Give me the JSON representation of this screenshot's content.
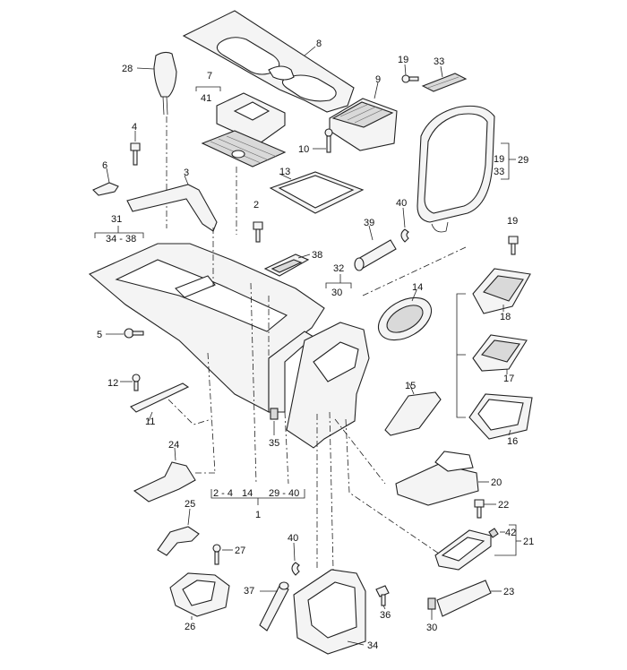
{
  "labels": {
    "p1": "1",
    "p2": "2",
    "p3": "3",
    "p4": "4",
    "p5": "5",
    "p6": "6",
    "p7": "7",
    "p8": "8",
    "p9": "9",
    "p10": "10",
    "p11": "11",
    "p12": "12",
    "p13": "13",
    "p14": "14",
    "p15": "15",
    "p16": "16",
    "p17": "17",
    "p18": "18",
    "p19a": "19",
    "p19b": "19",
    "p19c": "19",
    "p20": "20",
    "p21": "21",
    "p22": "22",
    "p23": "23",
    "p24": "24",
    "p25": "25",
    "p26": "26",
    "p27": "27",
    "p28": "28",
    "p29": "29",
    "p30a": "30",
    "p30b": "30",
    "p31": "31",
    "p32": "32",
    "p33a": "33",
    "p33b": "33",
    "p34": "34",
    "p35": "35",
    "p36": "36",
    "p37": "37",
    "p38": "38",
    "p39": "39",
    "p40a": "40",
    "p40b": "40",
    "p41": "41",
    "p42": "42",
    "range_34_38": "34 - 38",
    "range_2_4": "2 - 4",
    "range_14": "14",
    "range_29_40": "29 - 40"
  }
}
